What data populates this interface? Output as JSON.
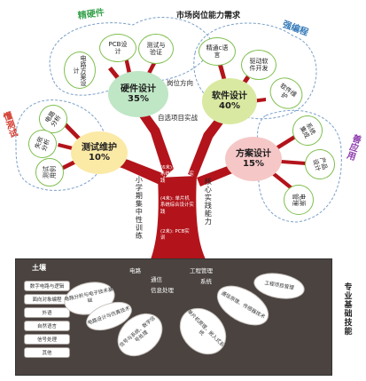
{
  "title": "市场岗位能力需求",
  "domains": {
    "hardware_strong": "精硬件",
    "software_strong": "强编程",
    "test_strong": "懂测试",
    "application_strong": "善应用"
  },
  "branches": {
    "hardware": {
      "name": "硬件设计",
      "percent": "35%"
    },
    "software": {
      "name": "软件设计",
      "percent": "40%"
    },
    "testing": {
      "name": "测试维护",
      "percent": "10%"
    },
    "solution": {
      "name": "方案设计",
      "percent": "15%"
    }
  },
  "leaves": {
    "hardware": [
      "电路方案设计",
      "PCB设计",
      "测试与验证"
    ],
    "software": [
      "精通c语言",
      "驱动软件开发",
      "软件维护"
    ],
    "testing": [
      "电路分析",
      "失效分析",
      "测试用例"
    ],
    "solution": [
      "系统集成",
      "产品设计",
      "电源管理"
    ]
  },
  "trunk": {
    "position_direction": "岗位方向",
    "project_practice": "自选项目实战",
    "semester_training": "小学期集中性训练",
    "core_ability": "核心实践能力",
    "practices": [
      "(6末): 嵌入式系统综合设计实践",
      "(4末): 单片机系统综合设计实践",
      "(2末): PCB实训"
    ]
  },
  "soil": {
    "label": "土壤",
    "side_label": "专业基础技能",
    "left_items": [
      "数字电路与逻辑",
      "面向对象编程",
      "外语",
      "自然语言",
      "信号处理",
      "其他"
    ],
    "root_labels": [
      "电路",
      "通信",
      "信息处理",
      "工程管理",
      "系统"
    ],
    "roots": [
      "电路分析与电子技术基础",
      "电路设计与仿真技术",
      "信号与系统、数字信号处理",
      "单片机原理、嵌入式系统",
      "通信原理、传感器技术",
      "工程项目管理"
    ]
  },
  "colors": {
    "trunk": "#b3141b",
    "hardware": "#bfe6c5",
    "software": "#d9e9a2",
    "testing": "#fbe9a6",
    "solution": "#f6c7c7",
    "domain_green": "#3aa34f",
    "domain_blue": "#3278b8",
    "domain_red": "#d23a2e",
    "domain_purple": "#8e3cae",
    "soil": "#4a4340"
  }
}
